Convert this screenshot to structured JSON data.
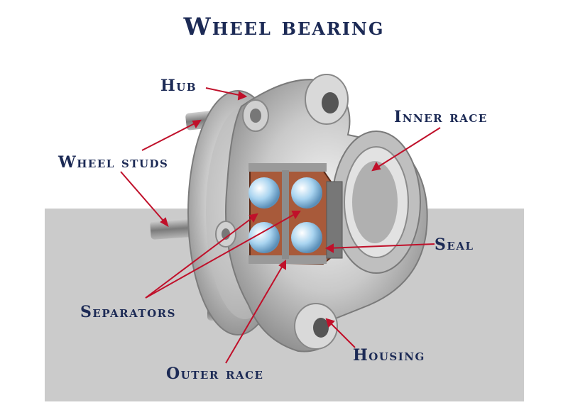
{
  "title": "Wheel bearing",
  "labels": {
    "hub": "Hub",
    "wheel_studs": "Wheel studs",
    "inner_race": "Inner race",
    "seal": "Seal",
    "separators": "Separators",
    "housing": "Housing",
    "outer_race": "Outer race"
  },
  "colors": {
    "title": "#1c2a55",
    "pointer": "#c0102a",
    "backdrop": "#cbcbcb",
    "cutaway": "#a85a3a",
    "balls": "#8fc4e8"
  }
}
